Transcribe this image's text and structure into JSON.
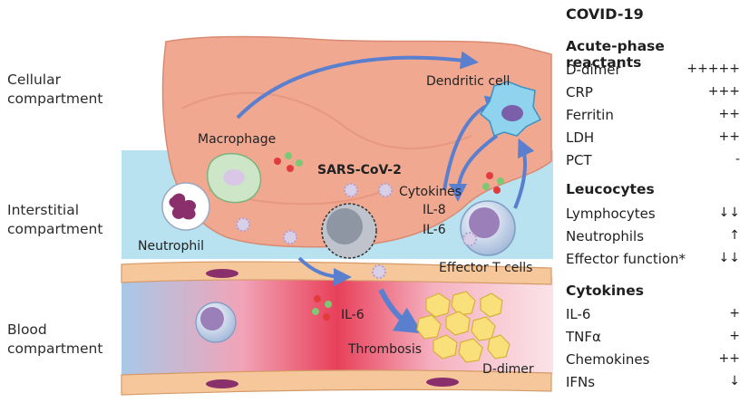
{
  "compartments": {
    "cellular": [
      "Cellular",
      "compartment"
    ],
    "interstitial": [
      "Interstitial",
      "compartment"
    ],
    "blood": [
      "Blood",
      "compartment"
    ]
  },
  "figure_labels": {
    "dendritic_cell": "Dendritic cell",
    "macrophage": "Macrophage",
    "sars_cov_2": "SARS-CoV-2",
    "cytokines": "Cytokines",
    "il8": "IL-8",
    "il6_interstitial": "IL-6",
    "neutrophil": "Neutrophil",
    "effector_t_cells": "Effector T cells",
    "il6_blood": "IL-6",
    "thrombosis": "Thrombosis",
    "d_dimer": "D-dimer"
  },
  "panel": {
    "title": "COVID-19",
    "sections": [
      {
        "header": "Acute-phase reactants",
        "rows": [
          {
            "name": "D-dimer",
            "value": "+++++"
          },
          {
            "name": "CRP",
            "value": "+++"
          },
          {
            "name": "Ferritin",
            "value": "++"
          },
          {
            "name": "LDH",
            "value": "++"
          },
          {
            "name": "PCT",
            "value": "-"
          }
        ]
      },
      {
        "header": "Leucocytes",
        "rows": [
          {
            "name": "Lymphocytes",
            "value": "↓↓"
          },
          {
            "name": "Neutrophils",
            "value": "↑"
          },
          {
            "name": "Effector function*",
            "value": "↓↓"
          }
        ]
      },
      {
        "header": "Cytokines",
        "rows": [
          {
            "name": "IL-6",
            "value": "+"
          },
          {
            "name": "TNFα",
            "value": "+"
          },
          {
            "name": "Chemokines",
            "value": "++"
          },
          {
            "name": "IFNs",
            "value": "↓"
          }
        ]
      }
    ]
  },
  "colors": {
    "tissue": "#f1a890",
    "interstitium": "#b8e2ef",
    "blood_red": "#e8405a",
    "blood_blue": "#a8c8e8",
    "vessel_wall": "#f5c79a",
    "arrow": "#5b7fcf",
    "clot": "#f9e07a"
  }
}
